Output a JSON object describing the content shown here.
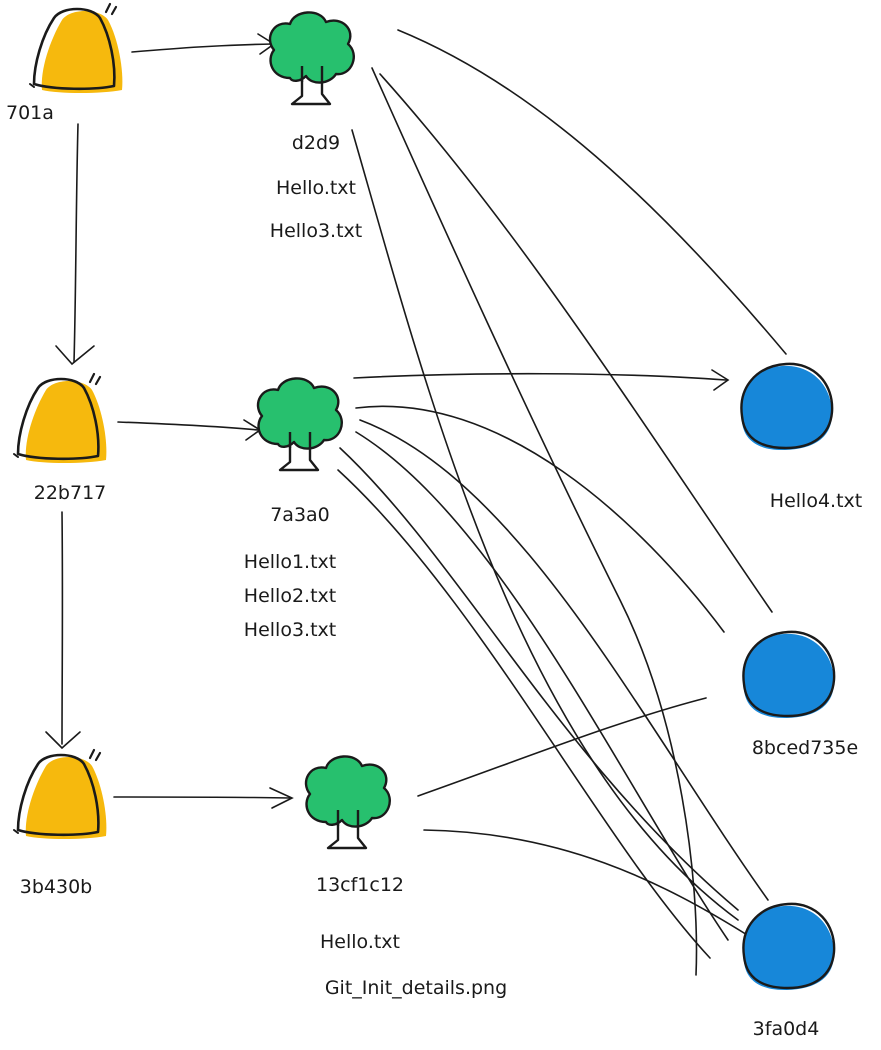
{
  "commits": [
    {
      "id": "701a",
      "tree": "d2d9"
    },
    {
      "id": "22b717",
      "tree": "7a3a0"
    },
    {
      "id": "3b430b",
      "tree": "13cf1c12"
    }
  ],
  "trees": [
    {
      "id": "d2d9",
      "files": [
        "Hello.txt",
        "Hello3.txt"
      ]
    },
    {
      "id": "7a3a0",
      "files": [
        "Hello1.txt",
        "Hello2.txt",
        "Hello3.txt"
      ]
    },
    {
      "id": "13cf1c12",
      "files": [
        "Hello.txt",
        "Git_Init_details.png"
      ]
    }
  ],
  "blobs": [
    {
      "id": "blob-top",
      "label": "Hello4.txt"
    },
    {
      "id": "blob-mid",
      "label": "8bced735e"
    },
    {
      "id": "blob-bottom",
      "label": "3fa0d4"
    }
  ],
  "colors": {
    "commit_fill": "#f6b90d",
    "tree_fill": "#27c06e",
    "blob_fill": "#1787d9",
    "stroke": "#1a1a1a"
  }
}
